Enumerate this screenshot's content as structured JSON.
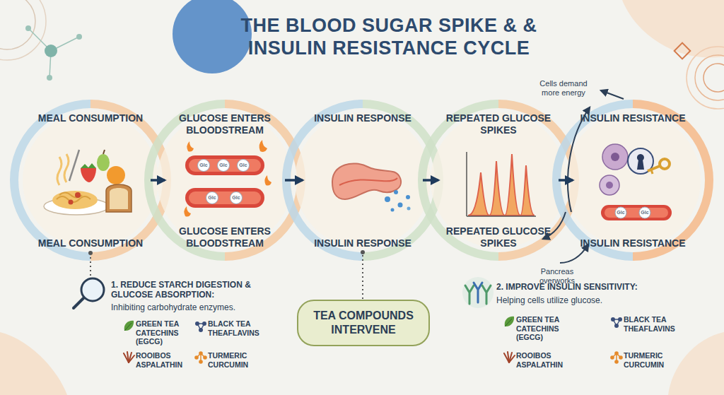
{
  "diagram": {
    "title": "THE BLOOD SUGAR SPIKE & & INSULIN RESISTANCE CYCLE",
    "nodes": [
      {
        "text": [
          "MEAL CONSUMPTION",
          "MEAL CONSUMPTION"
        ]
      },
      {
        "text": [
          "GLUCOSE ENTERS BLOODSTREAM",
          "GLUCOSE ENTERS BLOODSTREAM"
        ]
      },
      {
        "text": [
          "INSULIN RESPONSE",
          "INSULIN RESPONSE"
        ]
      },
      {
        "text": [
          "REPEATED GLUCOSE SPIKES",
          "REPEATED GLUCOSE SPIKES"
        ]
      },
      {
        "text": [
          "INSULIN RESISTANCE",
          "INSULIN RESISTANCE"
        ]
      },
      {
        "text": [
          "TEA COMPOUNDS INTERVENE"
        ]
      }
    ],
    "edges": [
      {
        "from": 0,
        "to": 1,
        "arrow": "to"
      },
      {
        "from": 1,
        "to": 2,
        "arrow": "to"
      },
      {
        "from": 2,
        "to": 3,
        "arrow": "to"
      },
      {
        "from": 3,
        "to": 4,
        "arrow": "to"
      },
      {
        "from": 2,
        "to": 5,
        "arrow": "none"
      }
    ],
    "labels": [
      "Cells demand more energy",
      "Pancreas overworks",
      "1. REDUCE STARCH DIGESTION & GLUCOSE ABSORPTION:",
      "Inhibiting carbohydrate enzymes.",
      "GREEN TEA CATECHINS (EGCG)",
      "BLACK TEA THEAFLAVINS",
      "ROOIBOS ASPALATHIN",
      "TURMERIC CURCUMIN",
      "2. IMPROVE INSULIN SENSITIVITY:",
      "Helping cells utilize glucose.",
      "GREEN TEA CATECHINS (EGCG)",
      "BLACK TEA THEAFLAVINS",
      "ROOIBOS ASPALATHIN",
      "TURMERIC CURCUMIN",
      "Glc",
      "Glc",
      "Glc",
      "Glc",
      "Glc",
      "Glc",
      "Glc"
    ]
  }
}
